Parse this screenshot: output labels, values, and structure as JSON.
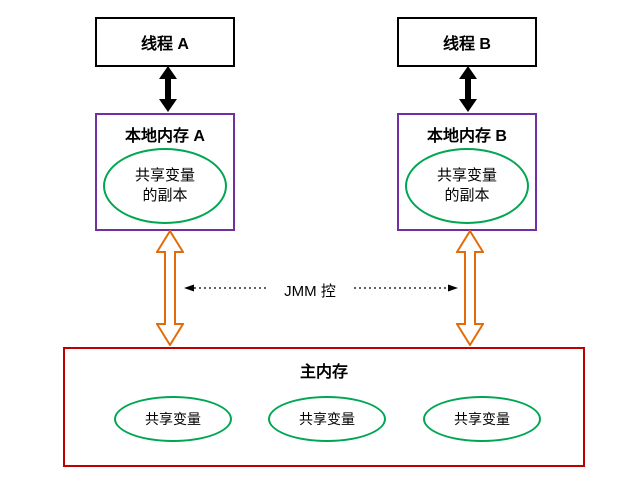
{
  "diagram": {
    "thread_a": {
      "label": "线程 A"
    },
    "thread_b": {
      "label": "线程 B"
    },
    "local_memory_a": {
      "title": "本地内存 A",
      "copy_line1": "共享变量",
      "copy_line2": "的副本"
    },
    "local_memory_b": {
      "title": "本地内存 B",
      "copy_line1": "共享变量",
      "copy_line2": "的副本"
    },
    "jmm_label": "JMM 控",
    "main_memory": {
      "title": "主内存",
      "vars": [
        "共享变量",
        "共享变量",
        "共享变量"
      ]
    }
  },
  "colors": {
    "thread_border": "#000000",
    "local_memory_border": "#7030a0",
    "ellipse_green": "#00a651",
    "arrow_orange": "#e36c0a",
    "main_memory_border": "#c00000",
    "dashed_arrow": "#000000"
  }
}
